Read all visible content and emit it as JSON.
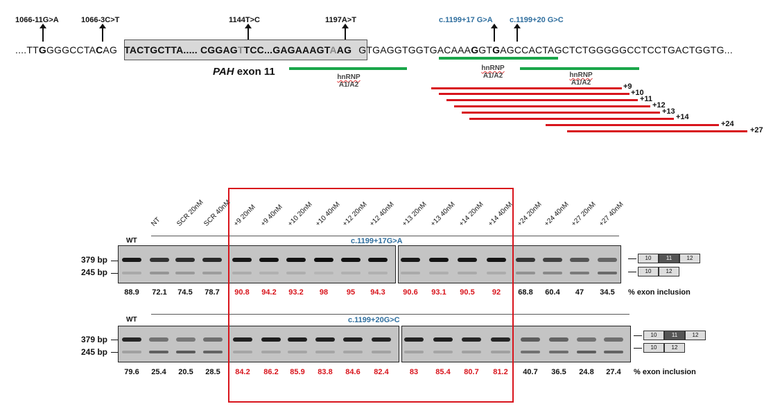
{
  "mutations": [
    {
      "label": "1066-11G>A",
      "color": "black"
    },
    {
      "label": "1066-3C>T",
      "color": "black"
    },
    {
      "label": "1144T>C",
      "color": "black"
    },
    {
      "label": "1197A>T",
      "color": "black"
    },
    {
      "label": "c.1199+17 G>A",
      "color": "#2e6e9e"
    },
    {
      "label": "c.1199+20 G>C",
      "color": "#2e6e9e"
    }
  ],
  "sequence": {
    "left_intron": [
      "....TT",
      "G",
      "GGGCCTA",
      "C",
      "AG"
    ],
    "exon": [
      "TACTGCTTA..... CGGAG",
      "T",
      "TCC...GAGAAAGT",
      "A",
      "AG"
    ],
    "right_intron": [
      "GTGAGGTGGTGACAAA",
      "G",
      "GT",
      "G",
      "AGCCACTAGCTCTGGGGGCCTCCTGACTGGTG..."
    ]
  },
  "exon_label": {
    "gene": "PAH",
    "rest": " exon 11"
  },
  "hnrnp": [
    {
      "line1": "hnRNP",
      "line2": "A1/A2"
    },
    {
      "line1": "hnRNP",
      "line2": "A1/A2"
    },
    {
      "line1": "hnRNP",
      "line2": "A1/A2"
    }
  ],
  "aso_labels": [
    "+9",
    "+10",
    "+11",
    "+12",
    "+13",
    "+14",
    "+24",
    "+27"
  ],
  "lanes": [
    "NT",
    "SCR 20nM",
    "SCR 40nM",
    "+9 20nM",
    "+9 40nM",
    "+10 20nM",
    "+10 40nM",
    "+12 20nM",
    "+12 40nM",
    "+13 20nM",
    "+13 40nM",
    "+14 20nM",
    "+14 40nM",
    "+24 20nM",
    "+24 40nM",
    "+27 20nM",
    "+27 40nM"
  ],
  "gel1": {
    "title": "c.1199+17G>A",
    "wt_label": "WT",
    "bp_upper": "379 bp",
    "bp_lower": "245 bp",
    "values": [
      "88.9",
      "72.1",
      "74.5",
      "78.7",
      "90.8",
      "94.2",
      "93.2",
      "98",
      "95",
      "94.3",
      "90.6",
      "93.1",
      "90.5",
      "92",
      "68.8",
      "60.4",
      "47",
      "34.5"
    ],
    "footer": "% exon inclusion"
  },
  "gel2": {
    "title": "c.1199+20G>C",
    "wt_label": "WT",
    "bp_upper": "379 bp",
    "bp_lower": "245 bp",
    "values": [
      "79.6",
      "25.4",
      "20.5",
      "28.5",
      "84.2",
      "86.2",
      "85.9",
      "83.8",
      "84.6",
      "82.4",
      "83",
      "85.4",
      "80.7",
      "81.2",
      "40.7",
      "36.5",
      "24.8",
      "27.4"
    ],
    "footer": "% exon inclusion"
  },
  "schematic": {
    "full": [
      "10",
      "11",
      "12"
    ],
    "skipped": [
      "10",
      "12"
    ]
  },
  "colors": {
    "highlight": "#d8141c",
    "annotation": "#2e6e9e",
    "hnrnp": "#1aa64a"
  }
}
